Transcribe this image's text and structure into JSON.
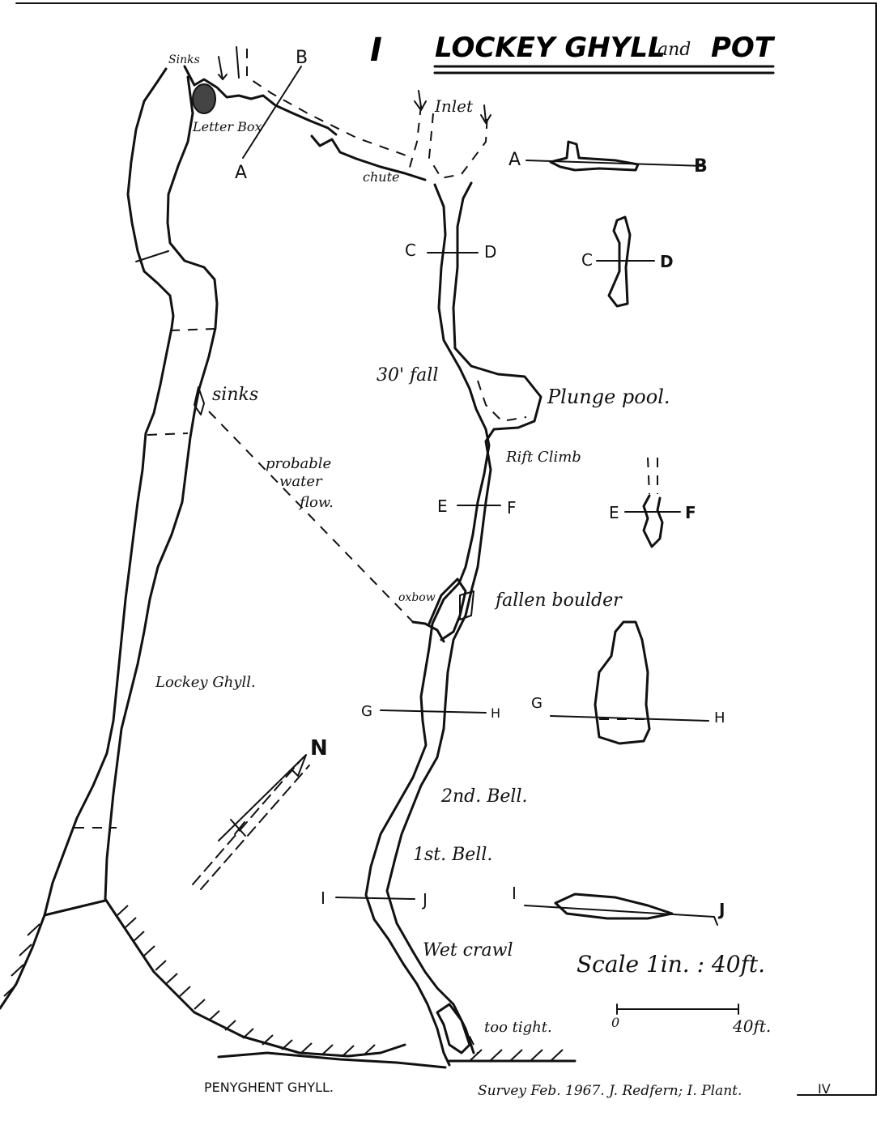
{
  "title": {
    "prefix": "I",
    "main": "LOCKEY GHYLL",
    "and": "and",
    "pot": "POT"
  },
  "labels": {
    "sinks_top": "Sinks",
    "letter_box": "Letter Box",
    "inlet": "Inlet",
    "chute": "chute",
    "sinks_mid": "sinks",
    "probable_1": "probable",
    "probable_2": "water",
    "probable_3": "flow.",
    "fall": "30' fall",
    "plunge_pool": "Plunge pool.",
    "rift_climb": "Rift Climb",
    "oxbow": "oxbow",
    "fallen_boulder": "fallen boulder",
    "lockey_ghyll": "Lockey Ghyll.",
    "bell_2": "2nd. Bell.",
    "bell_1": "1st. Bell.",
    "wet_crawl": "Wet crawl",
    "too_tight": "too tight.",
    "north": "N",
    "penyghent": "PENYGHENT GHYLL."
  },
  "sections": {
    "A": "A",
    "B": "B",
    "C": "C",
    "D": "D",
    "E": "E",
    "F": "F",
    "G": "G",
    "H": "H",
    "I": "I",
    "J": "J"
  },
  "scale": {
    "text": "Scale 1in. : 40ft.",
    "bar_start": "0",
    "bar_end": "40ft."
  },
  "credit": "Survey Feb. 1967. J. Redfern; I. Plant.",
  "sheet_number": "IV"
}
